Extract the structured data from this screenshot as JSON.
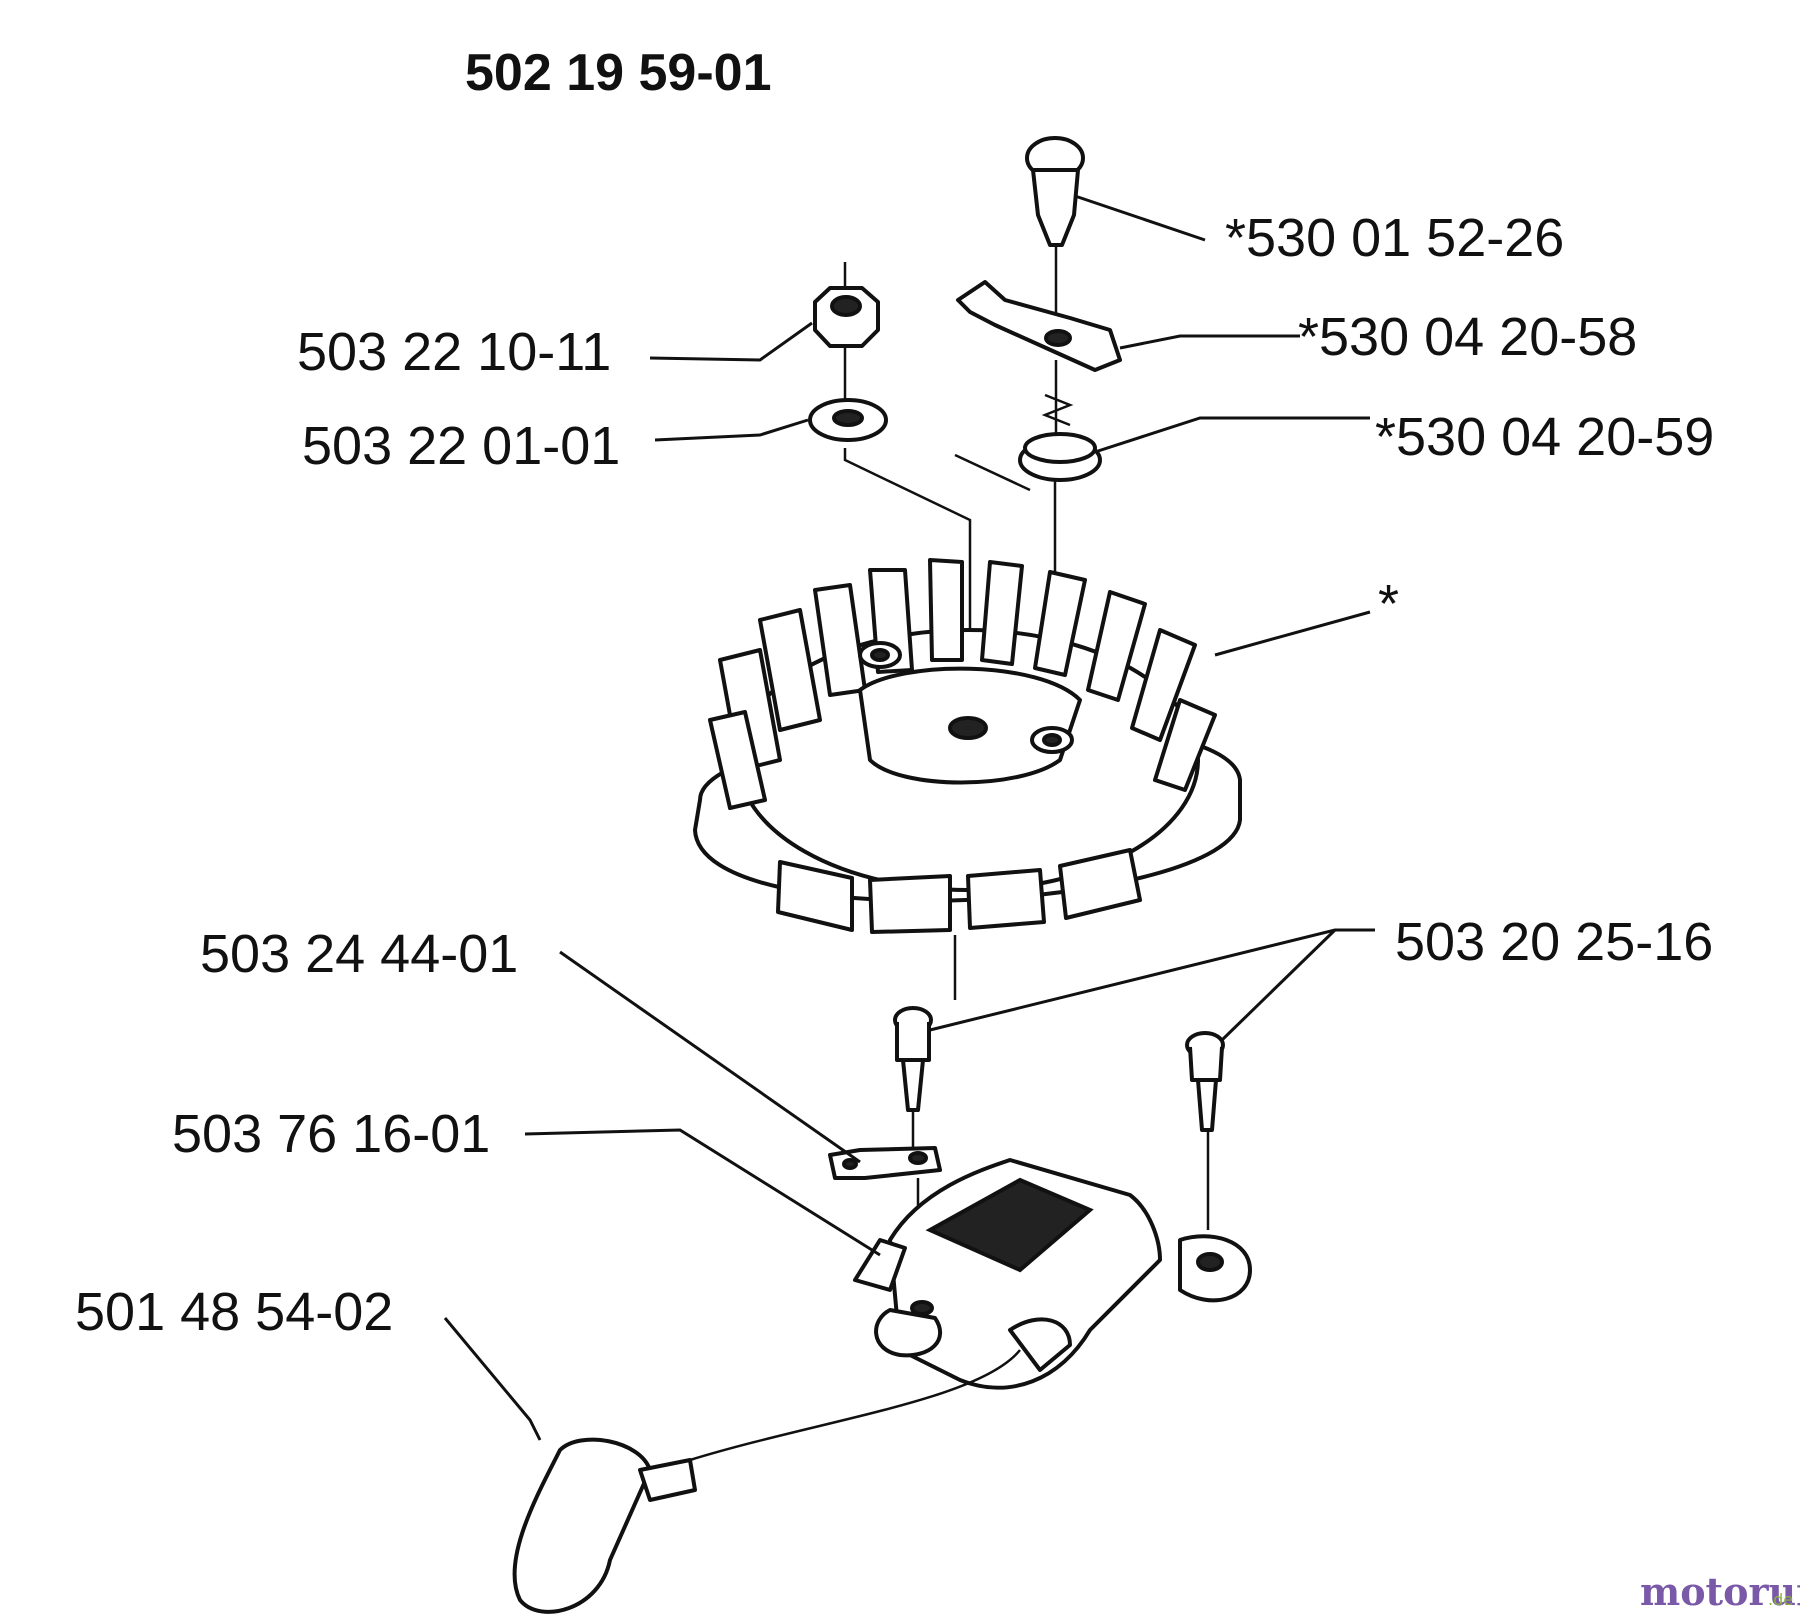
{
  "diagram": {
    "title": "502 19 59-01",
    "labels": {
      "pawl_pin": "*530 01 52-26",
      "nut": "503 22 10-11",
      "pawl": "*530 04 20-58",
      "washer": "503 22 01-01",
      "spring": "*530 04 20-59",
      "flywheel": "*",
      "bracket": "503 24 44-01",
      "screws": "503 20 25-16",
      "bracket2": "503 76 16-01",
      "ignition_module": "501 48 54-02"
    },
    "watermark": {
      "brand": "motoruf",
      "suffix": ".de",
      "colors": {
        "brand_primary": "#7a5aa8",
        "brand_accent": "#8cb43c"
      }
    }
  }
}
